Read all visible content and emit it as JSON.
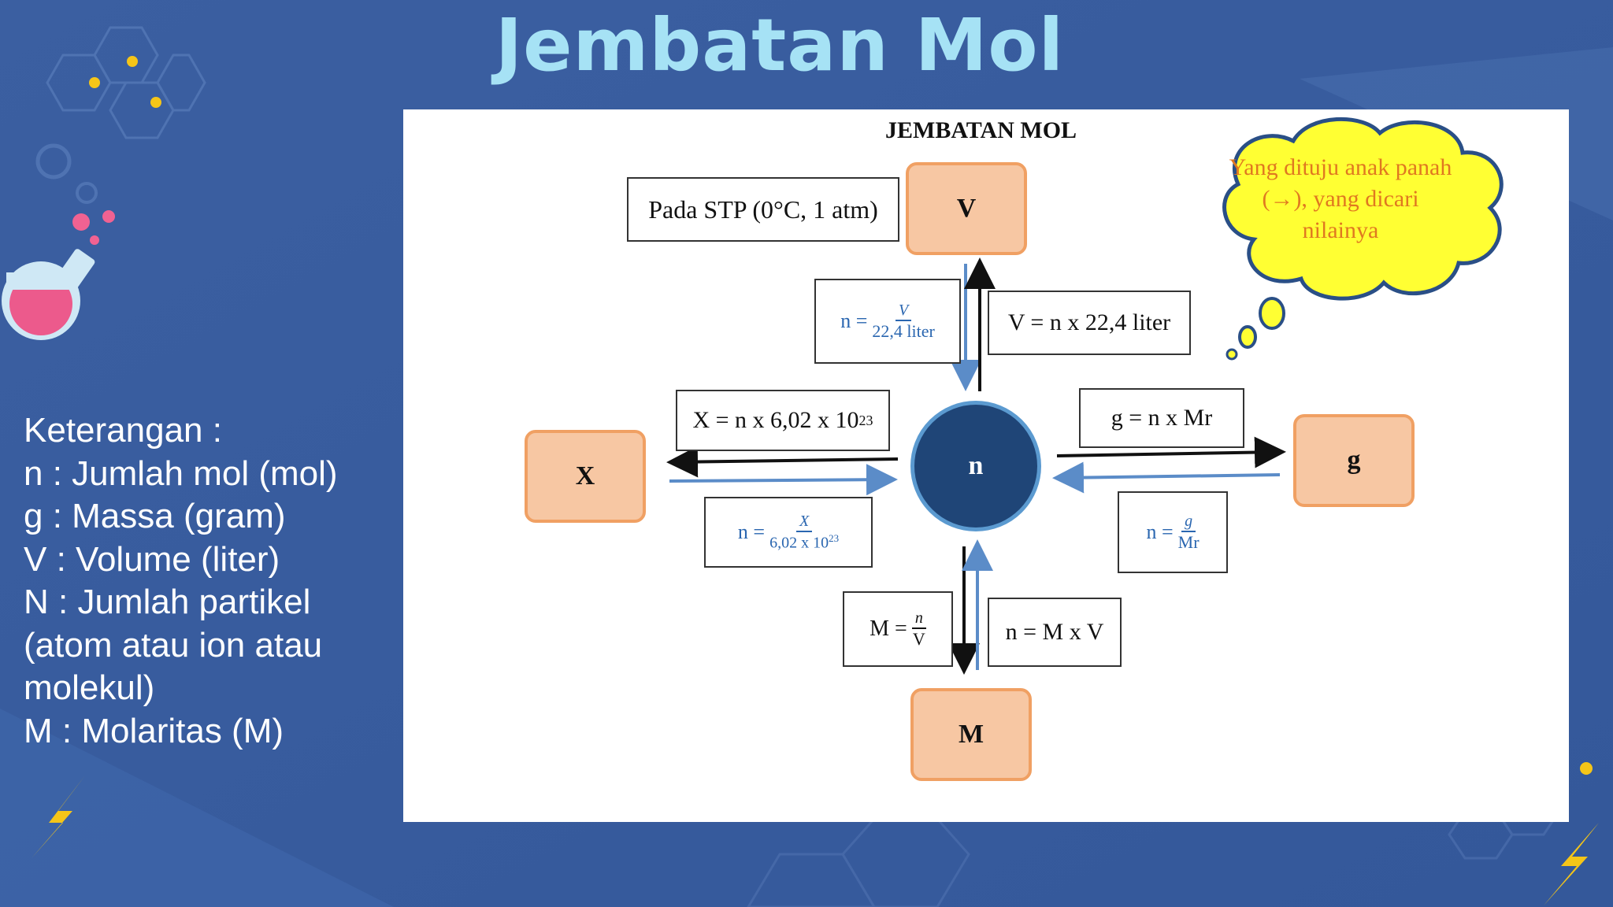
{
  "slide": {
    "title": "Jembatan Mol"
  },
  "legend": {
    "heading": "Keterangan :",
    "items": [
      " n : Jumlah mol (mol)",
      " g  : Massa (gram)",
      " V : Volume (liter)",
      " N  : Jumlah partikel (atom atau ion atau molekul)",
      " M : Molaritas (M)"
    ]
  },
  "diagram": {
    "title": "JEMBATAN MOL",
    "stp_note": "Pada STP (0°C, 1 atm)",
    "nodes": {
      "center": "n",
      "top": "V",
      "left": "X",
      "right": "g",
      "bottom": "M"
    },
    "formulas": {
      "n_from_V_lhs": "n =",
      "n_from_V_num": "V",
      "n_from_V_den": "22,4 liter",
      "V_from_n": "V = n x 22,4 liter",
      "X_from_n": "X = n x 6,02 x 10",
      "X_from_n_exp": "23",
      "n_from_X_lhs": "n =",
      "n_from_X_num": "X",
      "n_from_X_den": "6,02 x 10",
      "n_from_X_den_exp": "23",
      "g_from_n": "g = n x Mr",
      "n_from_g_lhs": "n =",
      "n_from_g_num": "g",
      "n_from_g_den": "Mr",
      "M_from_n_lhs": "M =",
      "M_from_n_num": "n",
      "M_from_n_den": "V",
      "n_from_M": "n = M x V"
    },
    "cloud_note": "Yang dituju anak panah (→), yang dicari nilainya",
    "colors": {
      "node_fill": "#f7c7a3",
      "node_border": "#f0a063",
      "center_fill": "#1f4577",
      "blue_arrow": "#5b8cc8",
      "cloud_fill": "#ffff33",
      "cloud_text": "#e07820"
    }
  },
  "decor": {
    "icons": [
      "hexagon-pattern",
      "flask-icon",
      "lightning-icon"
    ],
    "accent": "#f5c518"
  }
}
